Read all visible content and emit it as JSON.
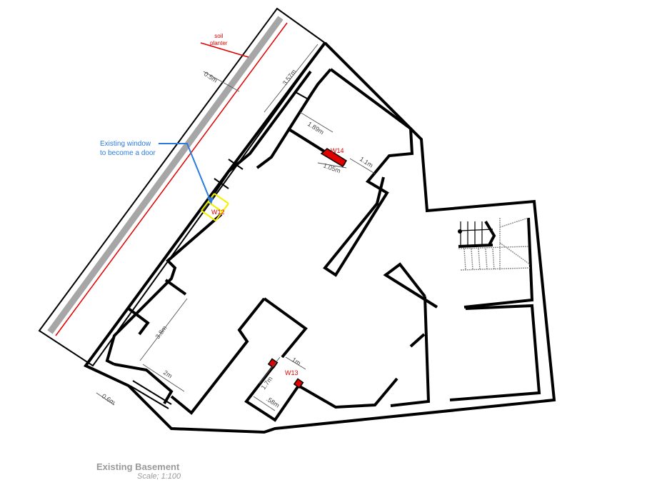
{
  "drawing": {
    "title": "Existing Basement",
    "scale": "Scale; 1:100",
    "background": "#ffffff",
    "colors": {
      "walls": "#000000",
      "planter_fill": "#a6a6a6",
      "planter_line": "#e00000",
      "annotation_blue": "#2b7be0",
      "window_tag_red": "#e00000",
      "proposed_door_yellow": "#f2f200",
      "dimension_grey": "#555555",
      "title_grey": "#9a9a9a"
    }
  },
  "annotations": {
    "planter_line1": "soil",
    "planter_line2": "planter",
    "door_note_line1": "Existing window",
    "door_note_line2": "to become a door"
  },
  "windows": [
    {
      "tag": "W12",
      "state": "proposed door (yellow)"
    },
    {
      "tag": "W13",
      "state": "existing (red)"
    },
    {
      "tag": "W14",
      "state": "existing (red)"
    }
  ],
  "dimensions": {
    "planter_width": "0.5m",
    "top_length": "3.57m",
    "w14_offset": "1.89m",
    "w14_width": "1.05m",
    "w14_side": "1.1m",
    "mid_length": "3.8m",
    "lower_length": "2m",
    "lower_width": "0.6m",
    "w13_width": "1m",
    "w13_depth": "1.7m",
    "w13_bay": ".58m"
  }
}
